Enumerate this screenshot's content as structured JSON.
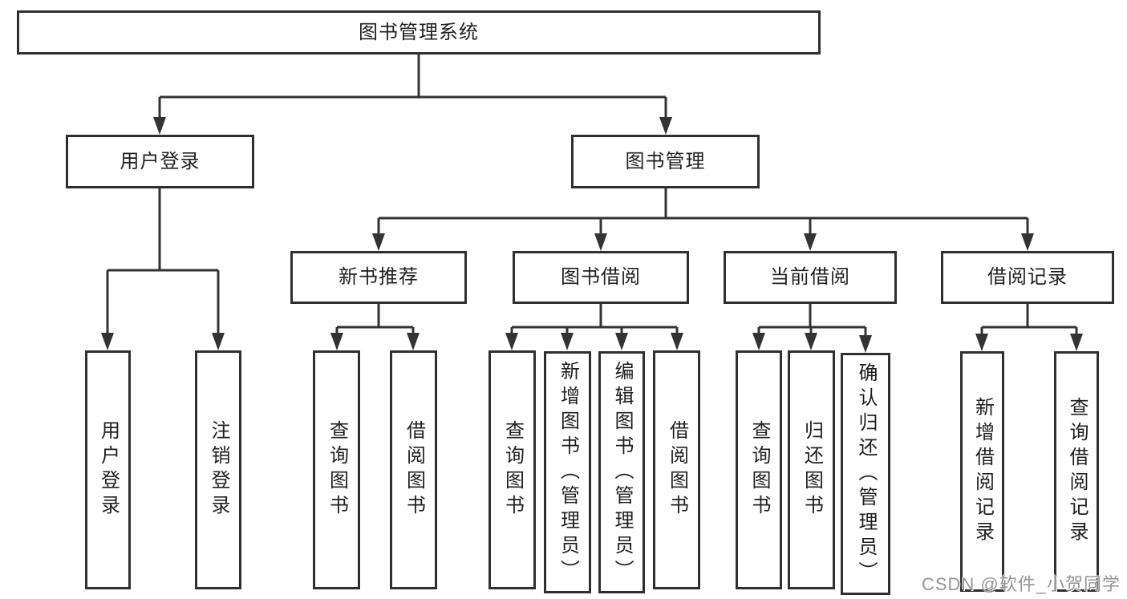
{
  "colors": {
    "background": "#ffffff",
    "line": "#333333",
    "box_border": "#2f2f2f",
    "text": "#1f1f1f",
    "watermark": "#828282"
  },
  "watermark": {
    "text": "CSDN @软件_小贺同学"
  },
  "tree": {
    "root": {
      "label": "图书管理系统"
    },
    "branches": [
      {
        "label": "用户登录",
        "children": [
          {
            "label": "用户登录"
          },
          {
            "label": "注销登录"
          }
        ]
      },
      {
        "label": "图书管理",
        "groups": [
          {
            "label": "新书推荐",
            "children": [
              {
                "label": "查询图书"
              },
              {
                "label": "借阅图书"
              }
            ]
          },
          {
            "label": "图书借阅",
            "children": [
              {
                "label": "查询图书"
              },
              {
                "label": "新增图书（管理员）"
              },
              {
                "label": "编辑图书（管理员）"
              },
              {
                "label": "借阅图书"
              }
            ]
          },
          {
            "label": "当前借阅",
            "children": [
              {
                "label": "查询图书"
              },
              {
                "label": "归还图书"
              },
              {
                "label": "确认归还（管理员）"
              }
            ]
          },
          {
            "label": "借阅记录",
            "children": [
              {
                "label": "新增借阅记录"
              },
              {
                "label": "查询借阅记录"
              }
            ]
          }
        ]
      }
    ]
  }
}
